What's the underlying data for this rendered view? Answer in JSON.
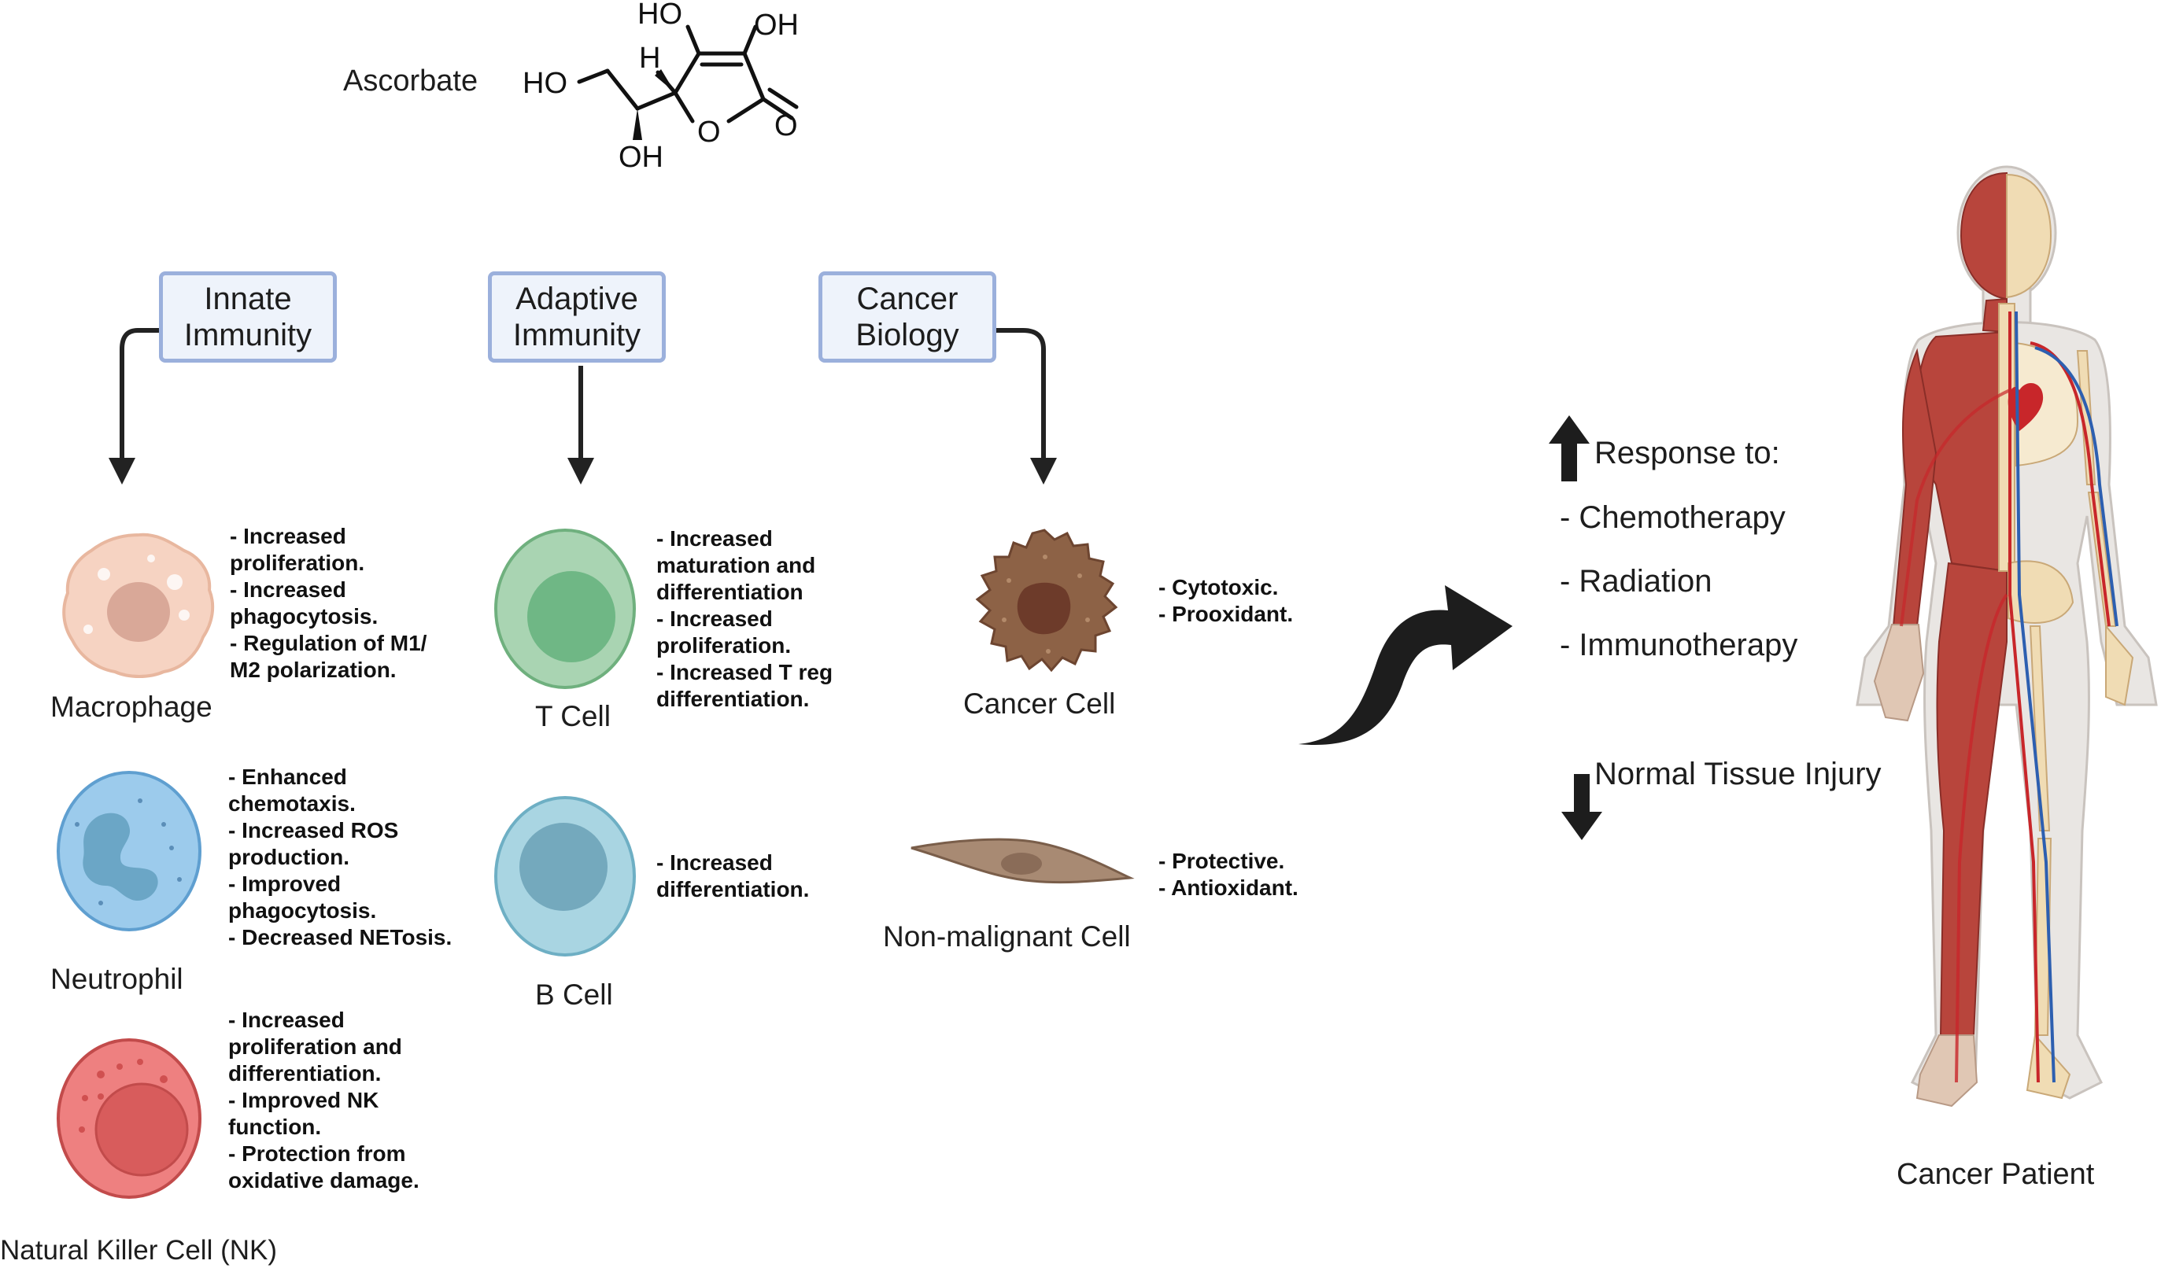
{
  "molecule": {
    "name": "Ascorbate",
    "atoms": {
      "ho_top": "HO",
      "oh_top": "OH",
      "h": "H",
      "ho_left": "HO",
      "oh_bottom": "OH",
      "o_ring": "O",
      "o_carbonyl": "O"
    }
  },
  "categories": [
    {
      "label_line1": "Innate",
      "label_line2": "Immunity"
    },
    {
      "label_line1": "Adaptive",
      "label_line2": "Immunity"
    },
    {
      "label_line1": "Cancer",
      "label_line2": "Biology"
    }
  ],
  "cells": {
    "macrophage": {
      "label": "Macrophage",
      "effects": [
        "- Increased",
        "proliferation.",
        "- Increased",
        "phagocytosis.",
        "- Regulation of M1/",
        "M2 polarization."
      ],
      "color": "#f6d3c2"
    },
    "neutrophil": {
      "label": "Neutrophil",
      "effects": [
        "- Enhanced",
        "chemotaxis.",
        "- Increased ROS",
        "production.",
        "- Improved",
        "phagocytosis.",
        "- Decreased NETosis."
      ],
      "color": "#9ccbec"
    },
    "nk": {
      "label": "Natural Killer Cell (NK)",
      "effects": [
        "- Increased",
        "proliferation and",
        "differentiation.",
        "- Improved NK",
        "function.",
        "- Protection from",
        "oxidative damage."
      ],
      "color": "#ee8080"
    },
    "tcell": {
      "label": "T Cell",
      "effects": [
        "- Increased",
        "maturation and",
        "differentiation",
        "- Increased",
        "proliferation.",
        "- Increased T reg",
        "differentiation."
      ],
      "color": "#a9d4b2"
    },
    "bcell": {
      "label": "B Cell",
      "effects": [
        "- Increased",
        "differentiation."
      ],
      "color": "#a9d5e2"
    },
    "cancer": {
      "label": "Cancer Cell",
      "effects": [
        "- Cytotoxic.",
        "- Prooxidant."
      ],
      "color": "#8d6246"
    },
    "nonmalignant": {
      "label": "Non-malignant Cell",
      "effects": [
        "- Protective.",
        "- Antioxidant."
      ],
      "color": "#a88a73"
    }
  },
  "outcomes": {
    "response_header": "Response to:",
    "response_items": [
      "- Chemotherapy",
      "- Radiation",
      "- Immunotherapy"
    ],
    "injury": "Normal Tissue Injury",
    "up_arrow_icon": "arrow-up-icon",
    "down_arrow_icon": "arrow-down-icon"
  },
  "patient": {
    "label": "Cancer Patient"
  },
  "colors": {
    "box_border": "#9bb0dc",
    "box_fill": "#eef3fb",
    "arrow": "#222222",
    "muscle": "#b8453c",
    "bone": "#f0dcb4",
    "artery": "#c8262a",
    "vein": "#2d5fb0"
  }
}
